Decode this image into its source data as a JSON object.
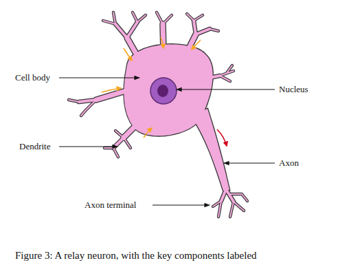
{
  "diagram": {
    "caption": "Figure 3: A relay neuron, with the key components labeled",
    "labels": [
      "Cell body",
      "Nucleus",
      "Dendrite",
      "Axon",
      "Axon terminal"
    ]
  }
}
